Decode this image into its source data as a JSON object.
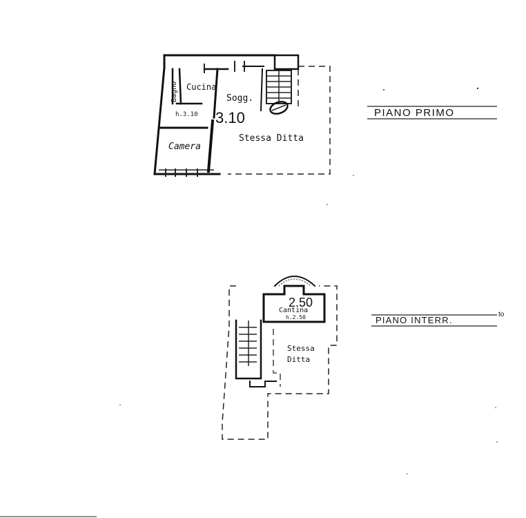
{
  "first_floor": {
    "title": "PIANO PRIMO",
    "rooms": {
      "bagno": "Bagno",
      "cucina": "Cucina",
      "soggiorno": "Sogg.",
      "camera": "Camera",
      "stessa_ditta": "Stessa Ditta"
    },
    "height_small": "h.3.10",
    "height_main": "3.10"
  },
  "basement": {
    "title": "PIANO INTERR.",
    "title_suffix": "to",
    "rooms": {
      "cantina": "Cantina",
      "stessa": "Stessa",
      "ditta": "Ditta"
    },
    "height_small": "h.2.50",
    "height_main": "2.50"
  }
}
